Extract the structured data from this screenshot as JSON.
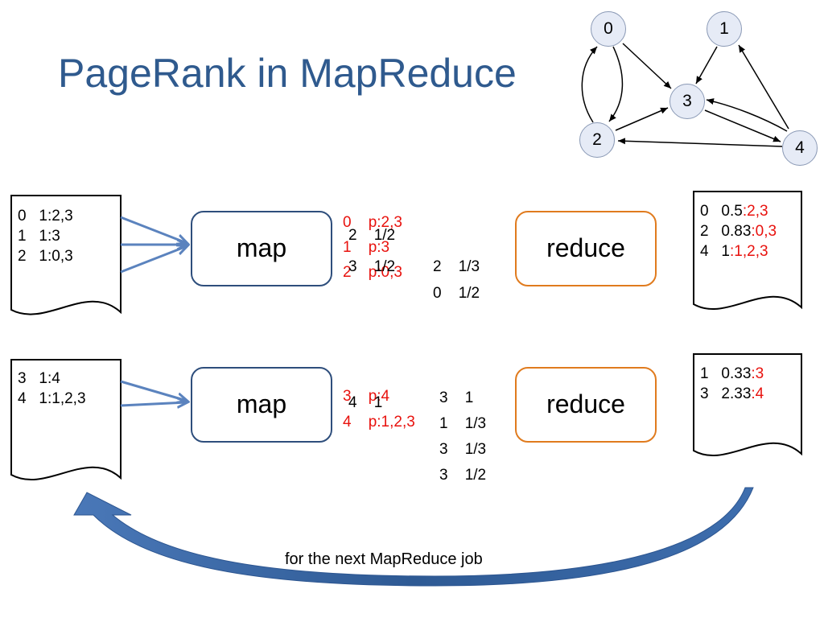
{
  "title": "PageRank in MapReduce",
  "graph": {
    "nodes": [
      "0",
      "1",
      "2",
      "3",
      "4"
    ]
  },
  "inputs": [
    {
      "rows": [
        {
          "k": "0",
          "v": "1:2,3"
        },
        {
          "k": "1",
          "v": "1:3"
        },
        {
          "k": "2",
          "v": "1:0,3"
        }
      ]
    },
    {
      "rows": [
        {
          "k": "3",
          "v": "1:4"
        },
        {
          "k": "4",
          "v": "1:1,2,3"
        }
      ]
    }
  ],
  "process": {
    "map_label": "map",
    "reduce_label": "reduce"
  },
  "map_outputs": [
    {
      "red": [
        {
          "k": "0",
          "v": "p:2,3"
        },
        {
          "k": "1",
          "v": "p:3"
        },
        {
          "k": "2",
          "v": "p:0,3"
        }
      ],
      "black": [
        {
          "k": "2",
          "v": "1/2"
        },
        {
          "k": "3",
          "v": "1/2"
        },
        {
          "k": "2",
          "v": "1/3"
        },
        {
          "k": "0",
          "v": "1/2"
        }
      ]
    },
    {
      "red": [
        {
          "k": "3",
          "v": "p:4"
        },
        {
          "k": "4",
          "v": "p:1,2,3"
        }
      ],
      "black": [
        {
          "k": "4",
          "v": "1"
        },
        {
          "k": "3",
          "v": "1"
        },
        {
          "k": "1",
          "v": "1/3"
        },
        {
          "k": "3",
          "v": "1/3"
        },
        {
          "k": "3",
          "v": "1/2"
        }
      ]
    }
  ],
  "outputs": [
    {
      "rows": [
        {
          "k": "0",
          "rank": "0.5",
          "links": ":2,3"
        },
        {
          "k": "2",
          "rank": "0.83",
          "links": ":0,3"
        },
        {
          "k": "4",
          "rank": "1",
          "links": ":1,2,3"
        }
      ]
    },
    {
      "rows": [
        {
          "k": "1",
          "rank": "0.33",
          "links": ":3"
        },
        {
          "k": "3",
          "rank": "2.33",
          "links": ":4"
        }
      ]
    }
  ],
  "caption": "for the next MapReduce job",
  "colors": {
    "title": "#2F5A8E",
    "map_border": "#2E4E7C",
    "reduce_border": "#E07B1E",
    "red_text": "#E8120E",
    "arrow_blue": "#5B83BE",
    "node_fill": "#E6EBF6"
  }
}
